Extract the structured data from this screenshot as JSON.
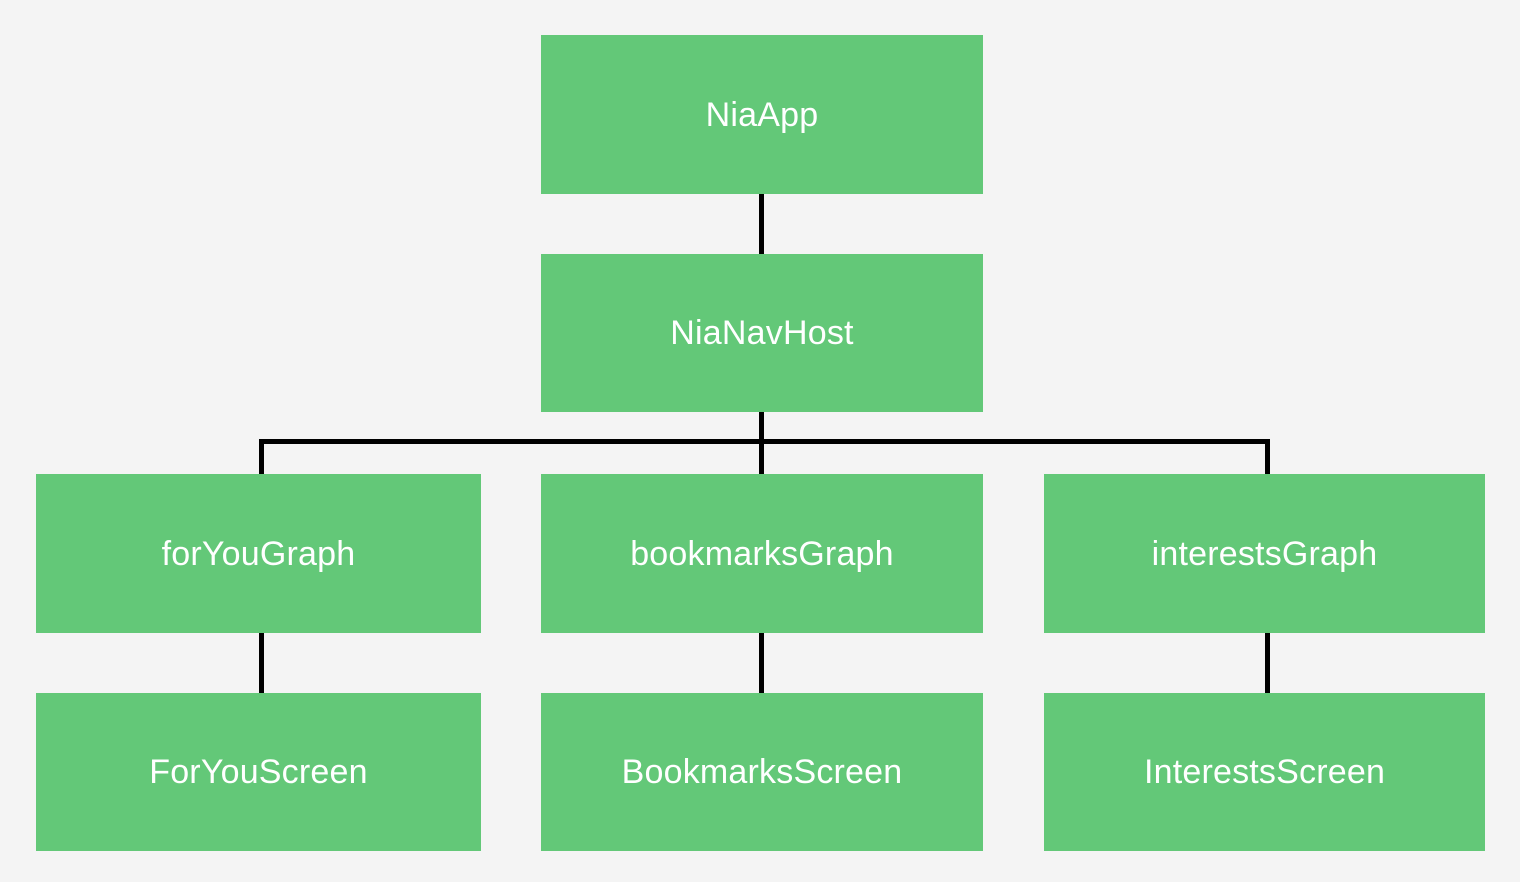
{
  "diagram": {
    "type": "flowchart-tree",
    "direction": "top-down",
    "background_color": "#f4f4f4",
    "node_fill_color": "#63c878",
    "node_text_color": "#ffffff",
    "edge_color": "#000000",
    "nodes": [
      {
        "id": "niaapp",
        "label": "NiaApp",
        "level": 0,
        "column": "center"
      },
      {
        "id": "nianavhost",
        "label": "NiaNavHost",
        "level": 1,
        "column": "center"
      },
      {
        "id": "foryougraph",
        "label": "forYouGraph",
        "level": 2,
        "column": "left"
      },
      {
        "id": "bookmarksgraph",
        "label": "bookmarksGraph",
        "level": 2,
        "column": "center"
      },
      {
        "id": "interestsgraph",
        "label": "interestsGraph",
        "level": 2,
        "column": "right"
      },
      {
        "id": "foryouscreen",
        "label": "ForYouScreen",
        "level": 3,
        "column": "left"
      },
      {
        "id": "bookmarksscreen",
        "label": "BookmarksScreen",
        "level": 3,
        "column": "center"
      },
      {
        "id": "interestsscreen",
        "label": "InterestsScreen",
        "level": 3,
        "column": "right"
      }
    ],
    "edges": [
      {
        "from": "niaapp",
        "to": "nianavhost"
      },
      {
        "from": "nianavhost",
        "to": "foryougraph"
      },
      {
        "from": "nianavhost",
        "to": "bookmarksgraph"
      },
      {
        "from": "nianavhost",
        "to": "interestsgraph"
      },
      {
        "from": "foryougraph",
        "to": "foryouscreen"
      },
      {
        "from": "bookmarksgraph",
        "to": "bookmarksscreen"
      },
      {
        "from": "interestsgraph",
        "to": "interestsscreen"
      }
    ]
  }
}
